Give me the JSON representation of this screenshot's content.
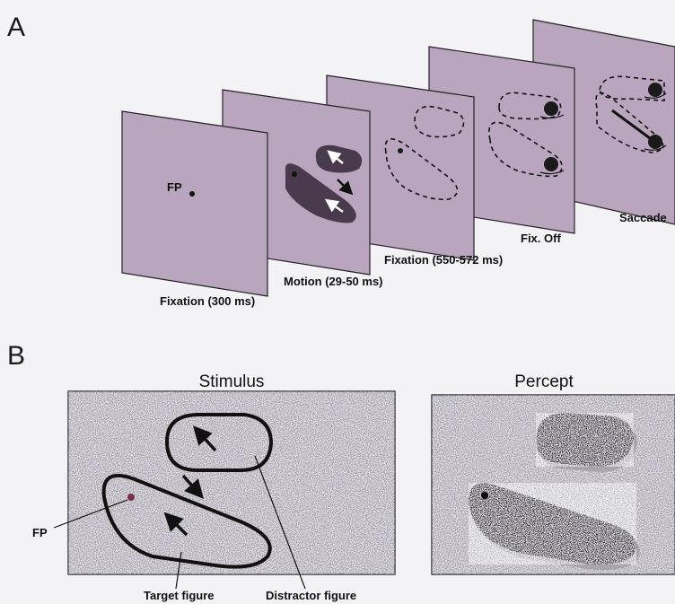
{
  "panel_a": {
    "letter": "A",
    "fp_label": "FP",
    "frames": [
      {
        "label": "Fixation (300 ms)"
      },
      {
        "label": "Motion (29-50 ms)"
      },
      {
        "label": "Fixation (550-572 ms)"
      },
      {
        "label": "Fix. Off"
      },
      {
        "label": "Saccade"
      }
    ]
  },
  "panel_b": {
    "letter": "B",
    "stimulus_title": "Stimulus",
    "percept_title": "Percept",
    "fp_label": "FP",
    "target_label": "Target figure",
    "distractor_label": "Distractor figure"
  },
  "colors": {
    "frame_fill": "#b9a5bd",
    "figure_fill": "#4a3a4e",
    "noise_bg": "#d9d7dc"
  }
}
